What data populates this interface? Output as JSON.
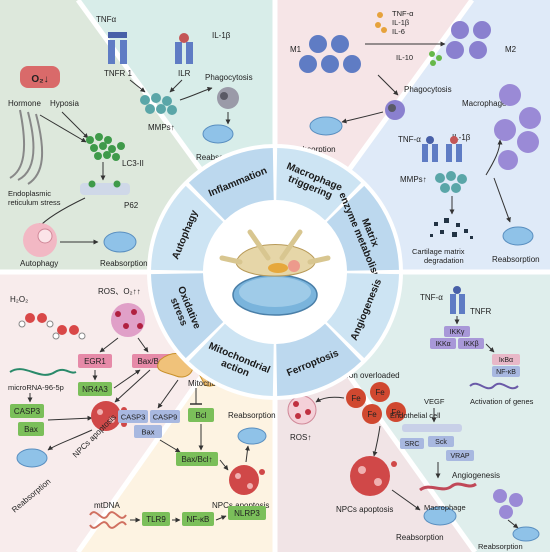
{
  "colors": {
    "panel_autophagy": "#dde8dc",
    "panel_inflammation": "#d8ede9",
    "panel_macrophage": "#f6e5e7",
    "panel_matrix": "#dfeaf8",
    "panel_oxidative": "#f8ecec",
    "panel_mitochondrial": "#fdf3e2",
    "panel_ferroptosis": "#f1e4e6",
    "panel_angiogenesis": "#dfeeec",
    "hub_segment": "#bcd8ee",
    "hub_segment_alt": "#cde4f3",
    "cell_blue": "#5f7cc4",
    "cell_purple": "#8a80cf",
    "green_dots": "#3f9a4a",
    "red_cell": "#d04848",
    "box_green": "#7bbf5a",
    "box_pink": "#e68aa8"
  },
  "hub": {
    "segments": [
      "Inflammation",
      "Macrophage triggering",
      "Matrix enzyme metabolism",
      "Angiogenesis",
      "Ferroptosis",
      "Mitochondrial action",
      "Oxidative stress",
      "Autophagy"
    ]
  },
  "autophagy": {
    "o2": "O₂↓",
    "hormone": "Hormone",
    "hypoxia": "Hyposia",
    "lc3": "LC3-II",
    "er_stress_line1": "Endoplasmic",
    "er_stress_line2": "reticulum stress",
    "p62": "P62",
    "autophagy": "Autophagy",
    "reabsorption": "Reabsorption"
  },
  "inflammation": {
    "tnfa": "TNFα",
    "il1b": "IL-1β",
    "tnfr1": "TNFR 1",
    "ilr": "ILR",
    "phagocytosis": "Phagocytosis",
    "mmps": "MMPs↑",
    "reabsorption": "Reabsorption"
  },
  "macrophage": {
    "m1": "M1",
    "m2": "M2",
    "cytokines": [
      "TNF-α",
      "IL-1β",
      "IL-6"
    ],
    "il10": "IL-10",
    "phagocytosis": "Phagocytosis",
    "reabsorption": "Reabsorption"
  },
  "matrix": {
    "macrophage": "Macrophage",
    "tnfa": "TNF-α",
    "il1b": "IL-1β",
    "mmps": "MMPs↑",
    "degradation_line1": "Cartilage matrix",
    "degradation_line2": "degradation",
    "reabsorption": "Reabsorption"
  },
  "oxidative": {
    "h2o2": "H₂O₂",
    "ros": "ROS、O₂↑↑",
    "egr1": "EGR1",
    "bax_bcl": "Bax/Bcl↑",
    "nr4a3": "NR4A3",
    "microrna": "microRNA-96-5p",
    "casp3": "CASP3",
    "bax": "Bax",
    "npcs": "NPCs apoptosis",
    "reabsorption": "Reabsorption"
  },
  "mitochondrial": {
    "fission": "Mitochondrial fission",
    "casp3": "CASP3",
    "casp9": "CASP9",
    "bax": "Bax",
    "bcl": "Bcl",
    "bax_bcl": "Bax/Bcl↑",
    "reabsorption": "Reabsorption",
    "npcs": "NPCs apoptosis",
    "mtdna": "mtDNA",
    "tlr9": "TLR9",
    "nfkb": "NF-κB",
    "nlrp3": "NLRP3"
  },
  "ferroptosis": {
    "iron": "Iron overloaded",
    "fe": "Fe",
    "ros": "ROS↑",
    "npcs": "NPCs apoptosis",
    "reabsorption": "Reabsorption"
  },
  "angiogenesis": {
    "tnfa": "TNF-α",
    "tnfr": "TNFR",
    "ikky": "IKKγ",
    "ikka": "IKKα",
    "ikkb": "IKKβ",
    "ikba": "IκBα",
    "nfkb": "NF-κB",
    "activation": "Activation of genes",
    "vegf": "VEGF",
    "endothelial": "Endothelial cell",
    "src": "SRC",
    "sck": "Sck",
    "vrap": "VRAP",
    "angiogenesis": "Angiogenesis",
    "macrophage": "Macrophage",
    "reabsorption": "Reabsorption"
  }
}
